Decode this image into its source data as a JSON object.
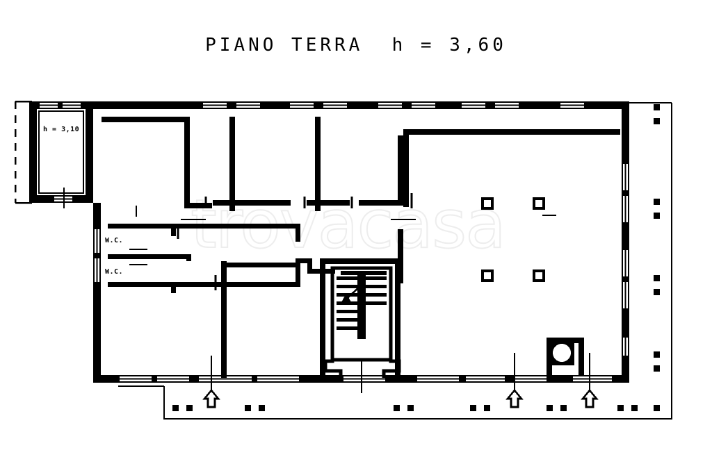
{
  "document": {
    "title": "PIANO TERRA  h = 3,60",
    "type": "architectural-floor-plan",
    "language": "it"
  },
  "watermark": {
    "text": "trovacasa",
    "color": "#ededed"
  },
  "labels": {
    "room_height_left": "h = 3,10",
    "wc_upper": "W.C.",
    "wc_lower": "W.C."
  },
  "colors": {
    "ink": "#000000",
    "paper": "#ffffff",
    "watermark": "#ededed"
  },
  "plan": {
    "floor_name": "PIANO TERRA",
    "ceiling_height_m": "3,60",
    "annex_ceiling_height_m": "3,10",
    "bathrooms_count": 2,
    "columns_count": 4,
    "entrance_arrows_count": 3,
    "stairwell": "central-straight-flight-with-direction-arrow",
    "sidewalk_bollards": "paired black squares along south and east sidewalk",
    "property_boundary": "dashed line at west side"
  }
}
